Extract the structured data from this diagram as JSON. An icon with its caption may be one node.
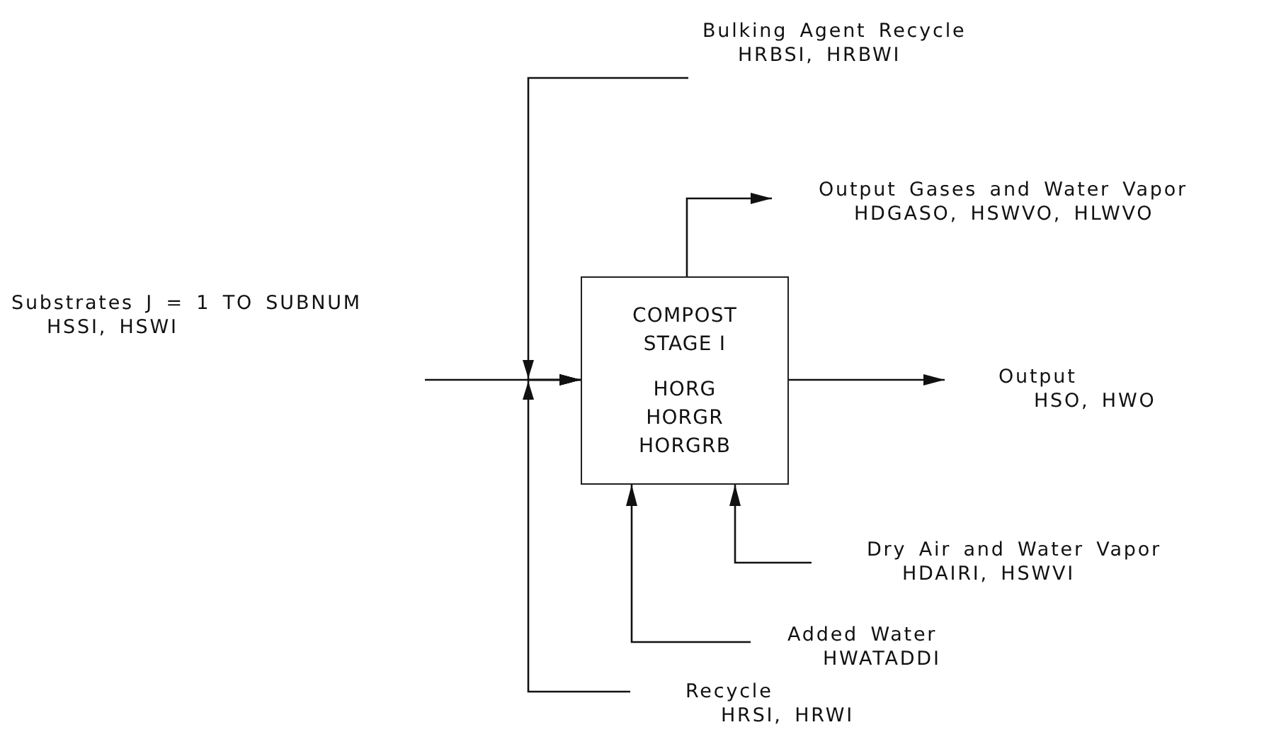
{
  "diagram": {
    "nodes": [
      {
        "text": [
          "Bulking Agent Recycle",
          "HRBSI, HRBWI"
        ]
      },
      {
        "text": [
          "Output Gases and Water Vapor",
          "HDGASO, HSWVO, HLWVO"
        ]
      },
      {
        "text": [
          "Substrates J = 1 TO SUBNUM",
          "HSSI, HSWI"
        ]
      },
      {
        "text": [
          "COMPOST STAGE I",
          "HORG HORGR HORGRB"
        ]
      },
      {
        "text": [
          "Output",
          "HSO, HWO"
        ]
      },
      {
        "text": [
          "Dry Air and Water Vapor",
          "HDAIRI, HSWVI"
        ]
      },
      {
        "text": [
          "Added Water",
          "HWATADDI"
        ]
      },
      {
        "text": [
          "Recycle",
          "HRSI, HRWI"
        ]
      }
    ],
    "edges": [
      {
        "from": 2,
        "to": 3,
        "arrow": "to"
      },
      {
        "from": 0,
        "to": 3,
        "arrow": "to"
      },
      {
        "from": 7,
        "to": 3,
        "arrow": "to"
      },
      {
        "from": 3,
        "to": 1,
        "arrow": "to"
      },
      {
        "from": 3,
        "to": 4,
        "arrow": "to"
      },
      {
        "from": 5,
        "to": 3,
        "arrow": "to"
      },
      {
        "from": 6,
        "to": 3,
        "arrow": "to"
      }
    ]
  }
}
